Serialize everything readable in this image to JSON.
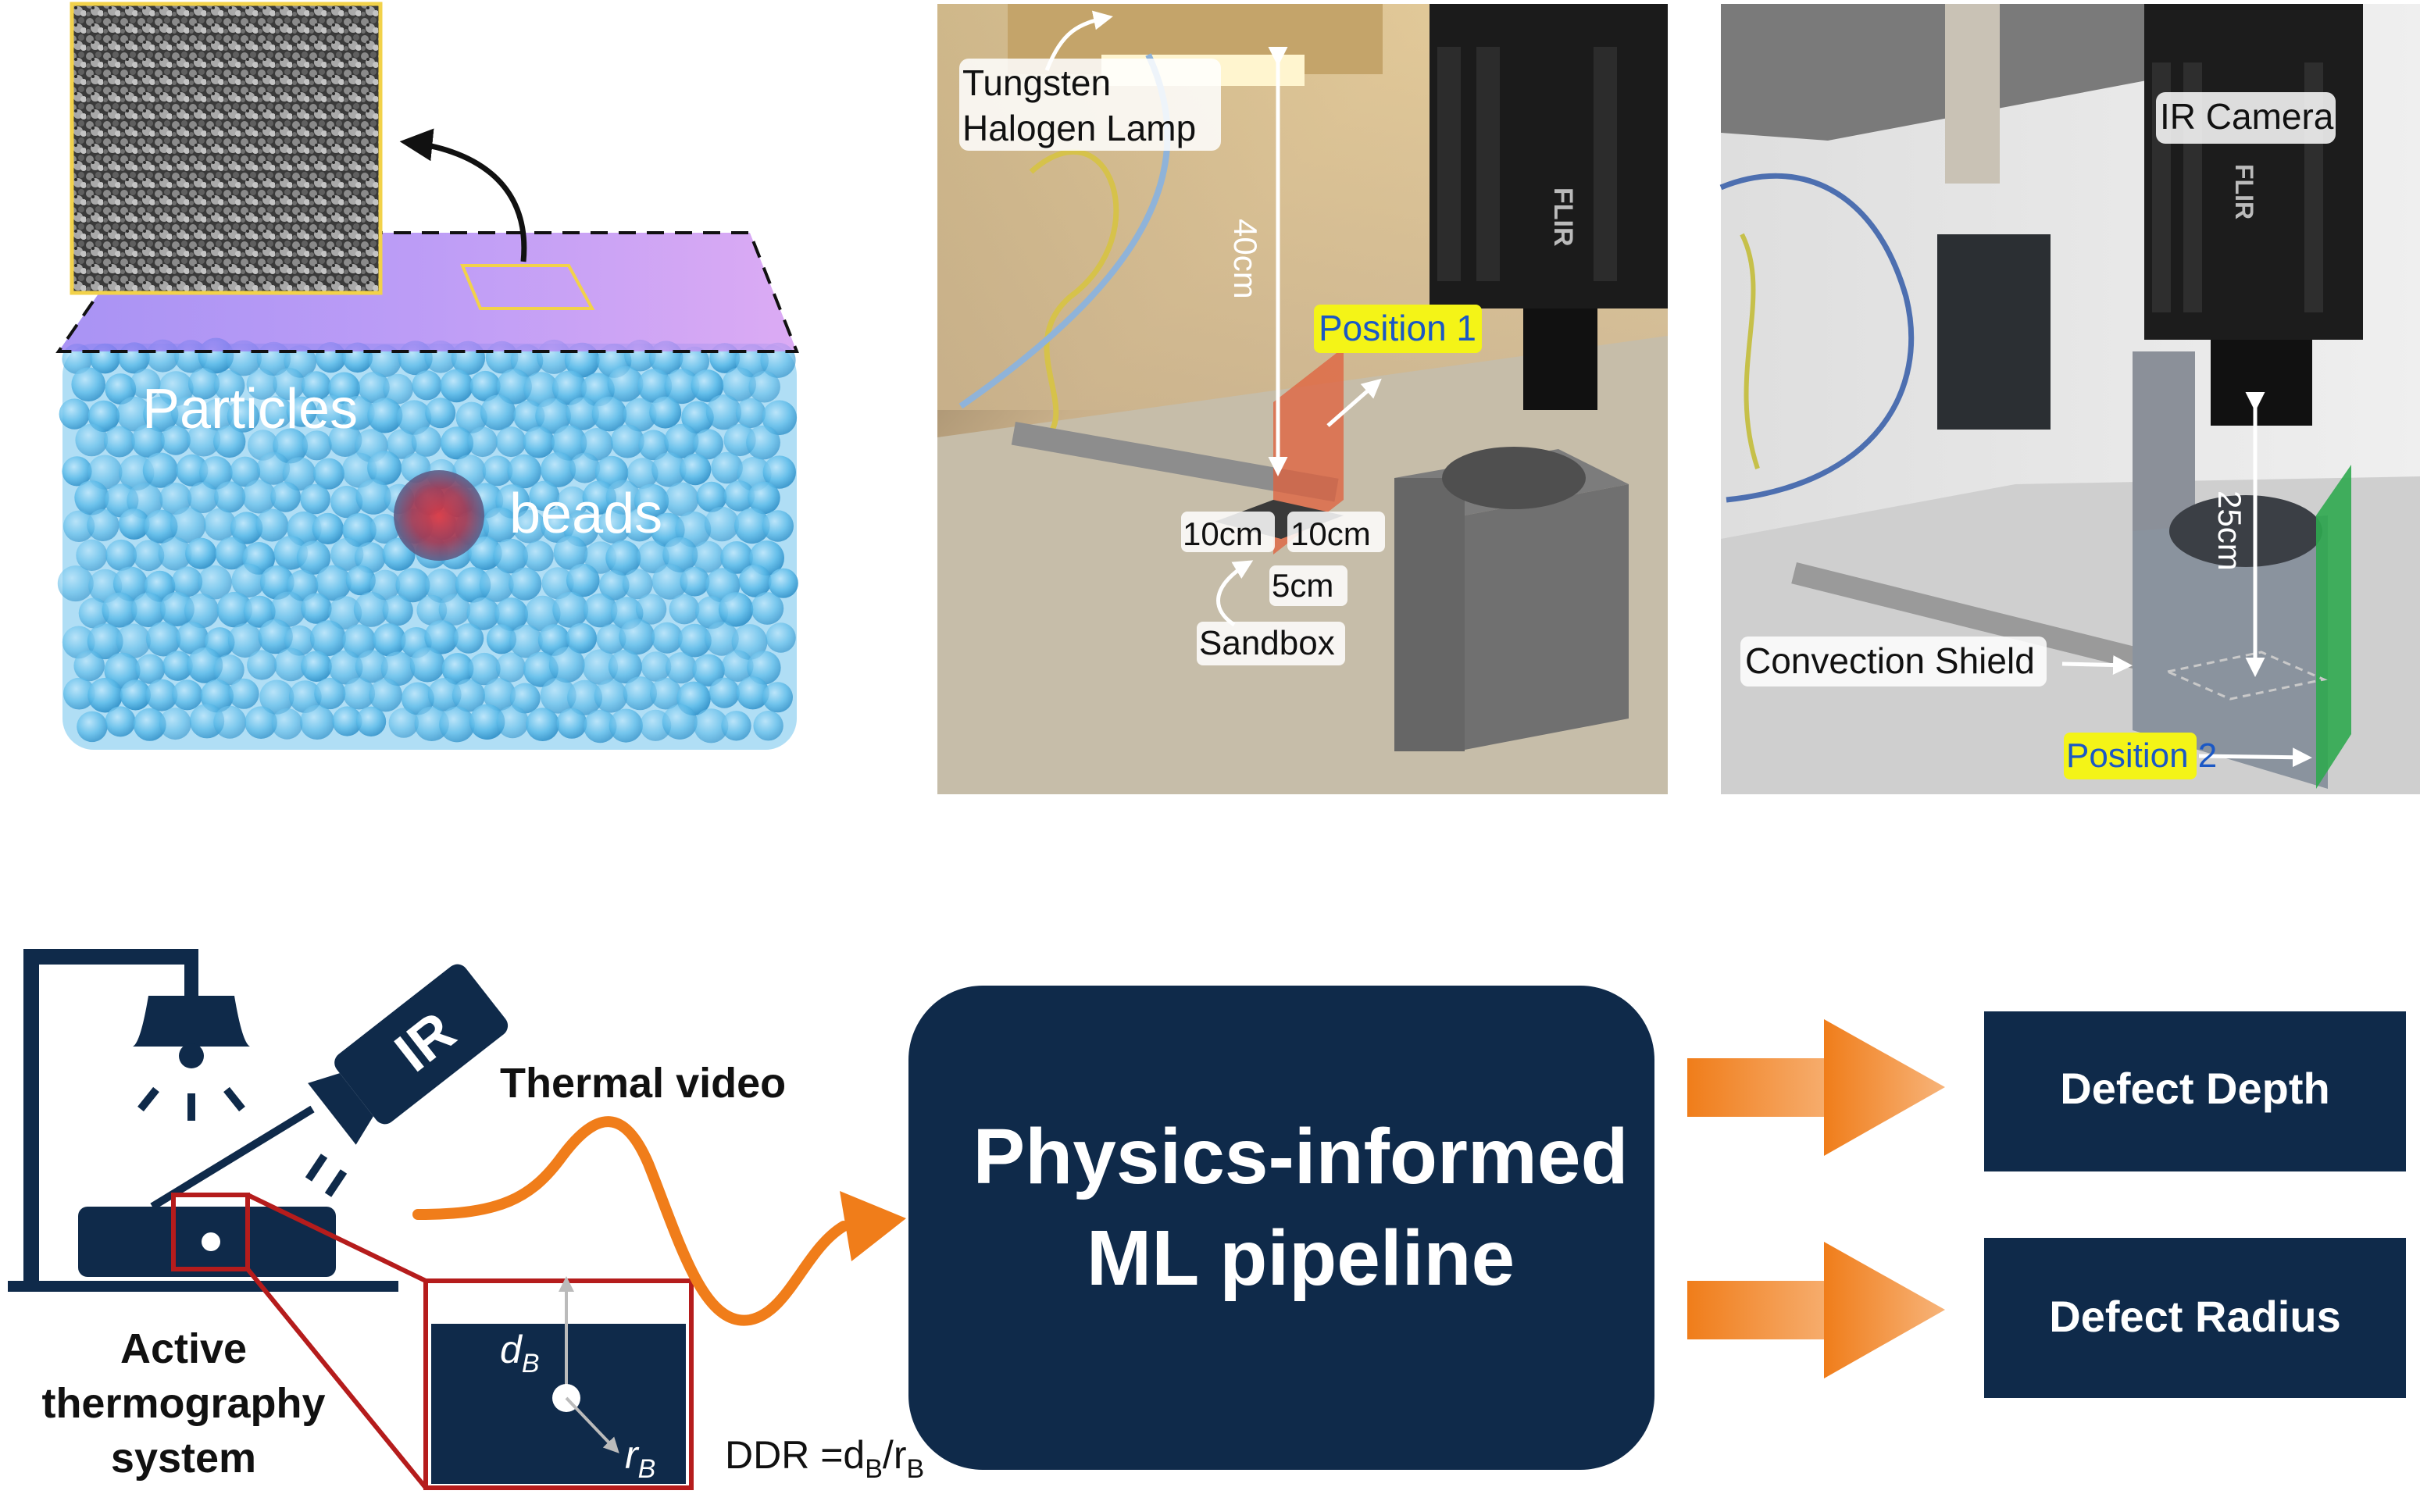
{
  "model_panel": {
    "particles_label": "Particles",
    "beads_label": "beads"
  },
  "photo_setup_1": {
    "lamp_label_line1": "Tungsten",
    "lamp_label_line2": "Halogen Lamp",
    "distance_label": "40cm",
    "position_label": "Position 1",
    "dim_left": "10cm",
    "dim_right": "10cm",
    "dim_depth": "5cm",
    "sandbox_label": "Sandbox",
    "camera_brand": "FLIR"
  },
  "photo_setup_2": {
    "camera_label": "IR Camera",
    "distance_label": "25cm",
    "shield_label": "Convection Shield",
    "position_label": "Position 2",
    "camera_brand": "FLIR"
  },
  "pipeline": {
    "ir_badge": "IR",
    "system_label_line1": "Active",
    "system_label_line2": "thermography",
    "system_label_line3": "system",
    "thermal_video_label": "Thermal video",
    "depth_symbol": "d",
    "depth_subscript": "B",
    "radius_symbol": "r",
    "radius_subscript": "B",
    "ddr_prefix": "DDR =d",
    "ddr_sub1": "B",
    "ddr_mid": "/r",
    "ddr_sub2": "B",
    "central_line1": "Physics-informed",
    "central_line2": "ML pipeline",
    "output_depth": "Defect Depth",
    "output_radius": "Defect Radius"
  },
  "colors": {
    "navy": "#0f2a4a",
    "orange": "#f07d1a",
    "highlight_yellow": "#f4f417",
    "accent_red": "#b51c1c",
    "particle_blue": "#3fa9e0",
    "shield_green": "#2fa84f",
    "position1_red": "#e0603c"
  }
}
